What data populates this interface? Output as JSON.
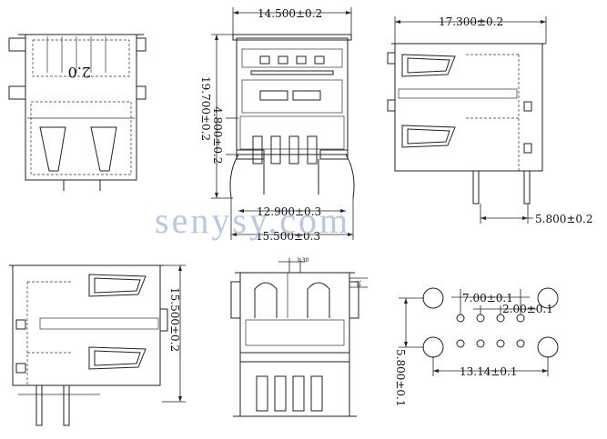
{
  "dimensions": {
    "top_width": "14.500±0.2",
    "left_height": "19.700±0.2",
    "inner_height": "4.800±0.2",
    "right_top_width": "17.300±0.2",
    "right_pin": "5.800±0.2",
    "bottom_inner_width": "12.900±0.3",
    "bottom_outer_width": "15.500±0.3",
    "side_height": "15.500±0.2",
    "small_top": "1.30",
    "small_side": "10",
    "pad_spacing_large": "7.00±0.1",
    "pad_spacing_small": "2.00±0.1",
    "pad_row_distance": "5.800±0.1",
    "pad_span": "13.14±0.1"
  },
  "mirrored_label": "2.0",
  "watermark": "senysy.com"
}
